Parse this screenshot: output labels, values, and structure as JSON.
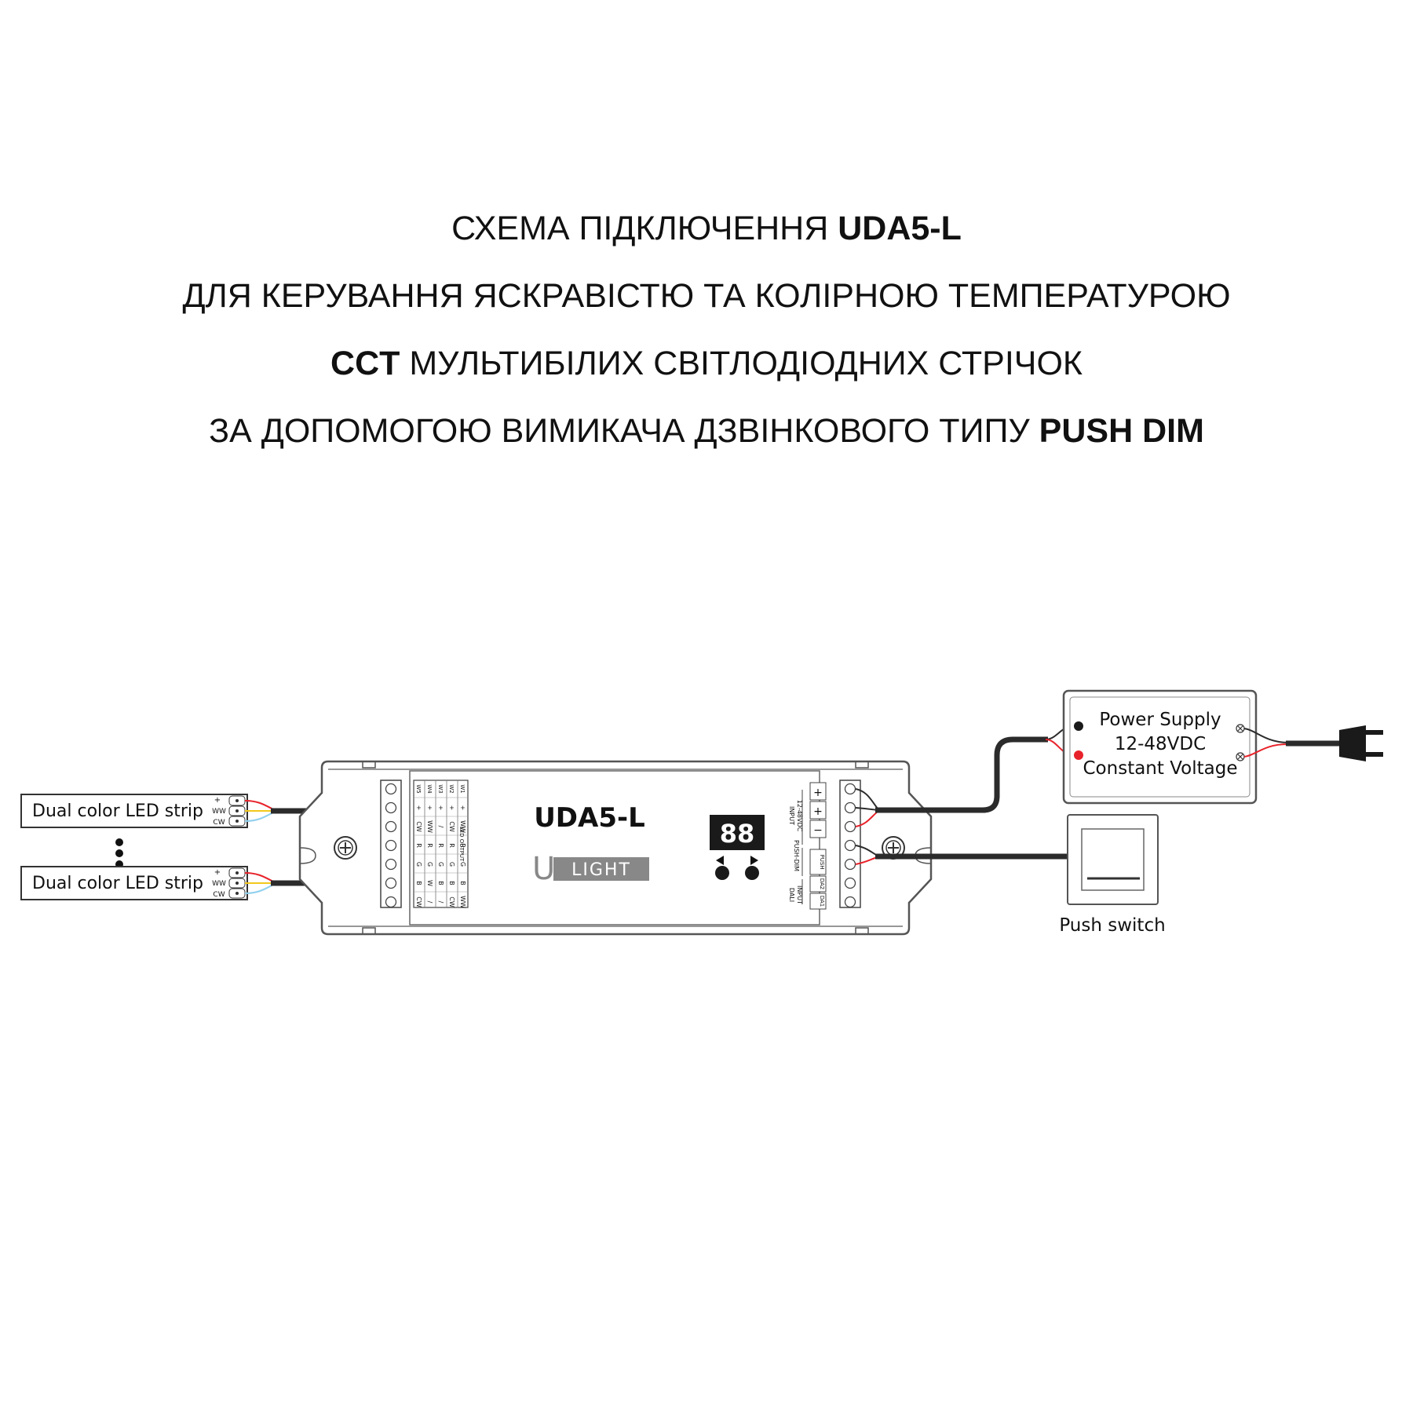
{
  "title": {
    "line1": {
      "text": "СХЕМА ПІДКЛЮЧЕННЯ ",
      "bold": "UDA5-L"
    },
    "line2": {
      "text": "ДЛЯ КЕРУВАННЯ ЯСКРАВІСТЮ ТА КОЛІРНОЮ ТЕМПЕРАТУРОЮ"
    },
    "line3": {
      "bold": "CCT",
      "text": " МУЛЬТИБІЛИХ СВІТЛОДІОДНИХ СТРІЧОК"
    },
    "line4": {
      "text": "ЗА ДОПОМОГОЮ ВИМИКАЧА ДЗВІНКОВОГО ТИПУ ",
      "bold": "PUSH DIM"
    }
  },
  "led_strip_1": {
    "label": "Dual color LED strip",
    "pin_plus": "+",
    "pin_ww": "WW",
    "pin_cw": "CW"
  },
  "led_strip_2": {
    "label": "Dual color LED strip",
    "pin_plus": "+",
    "pin_ww": "WW",
    "pin_cw": "CW"
  },
  "controller": {
    "model": "UDA5-L",
    "brand_u": "U",
    "brand_light": "LIGHT",
    "display": "88",
    "led_output_title": "LED OUTPUT",
    "led_output_cols": [
      [
        "W1",
        "+",
        "WW",
        "R",
        "G",
        "B",
        "WW"
      ],
      [
        "W2",
        "+",
        "CW",
        "R",
        "G",
        "B",
        "CW"
      ],
      [
        "W3",
        "+",
        "/",
        "R",
        "G",
        "B",
        "/"
      ],
      [
        "W4",
        "+",
        "WW",
        "R",
        "G",
        "W",
        "/"
      ],
      [
        "W5",
        "+",
        "CW",
        "R",
        "G",
        "B",
        "CW"
      ]
    ],
    "input_label": "INPUT",
    "input_voltage": "12-48VDC",
    "push_dim_label": "PUSH-DIM",
    "dali_label": "DALI",
    "dali_input": "INPUT",
    "term_plus1": "+",
    "term_plus2": "+",
    "term_minus": "−",
    "term_push": "PUSH",
    "term_da2": "DA2",
    "term_da1": "DA1"
  },
  "power_supply": {
    "line1": "Power Supply",
    "line2": "12-48VDC",
    "line3": "Constant Voltage"
  },
  "push_switch": {
    "label": "Push switch"
  },
  "colors": {
    "red": "#e8222a",
    "yellow": "#f2c81c",
    "blue": "#8fd0ee",
    "cable": "#2b2b2b",
    "outline": "#555555"
  }
}
